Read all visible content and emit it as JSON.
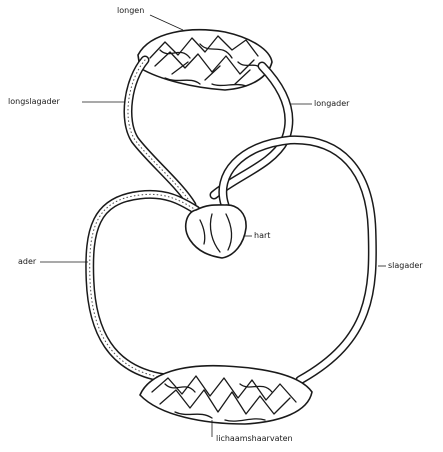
{
  "labels": {
    "longen": "longen",
    "longslagader": "longslagader",
    "longader": "longader",
    "hart": "hart",
    "ader": "ader",
    "slagader": "slagader",
    "lichaamshaarvaten": "lichaamshaarvaten"
  },
  "colors": {
    "ink": "#1a1a1a",
    "background": "#ffffff"
  }
}
